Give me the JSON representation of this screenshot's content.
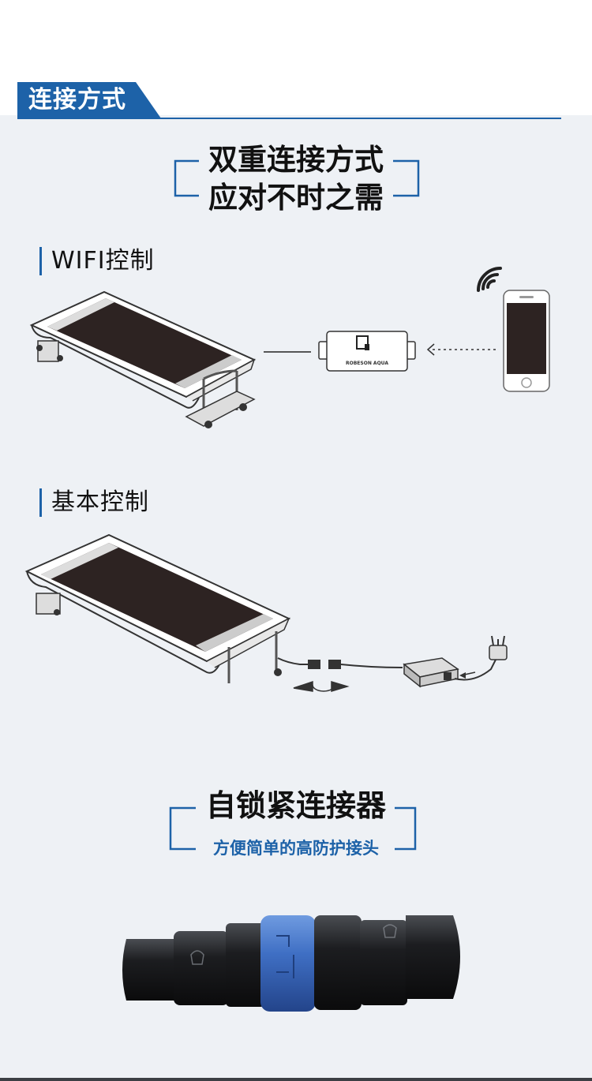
{
  "header": {
    "title": "连接方式"
  },
  "headline": {
    "line1": "双重连接方式",
    "line2": "应对不时之需"
  },
  "wifi_section": {
    "title": "WIFI控制",
    "controller_brand": "ROBESON AQUA"
  },
  "basic_section": {
    "title": "基本控制"
  },
  "connector": {
    "title": "自锁紧连接器",
    "subtitle": "方便简单的高防护接头"
  },
  "colors": {
    "brand_blue": "#1d62a8",
    "background": "#eef1f5",
    "connector_blue": "#3f6fc4"
  }
}
